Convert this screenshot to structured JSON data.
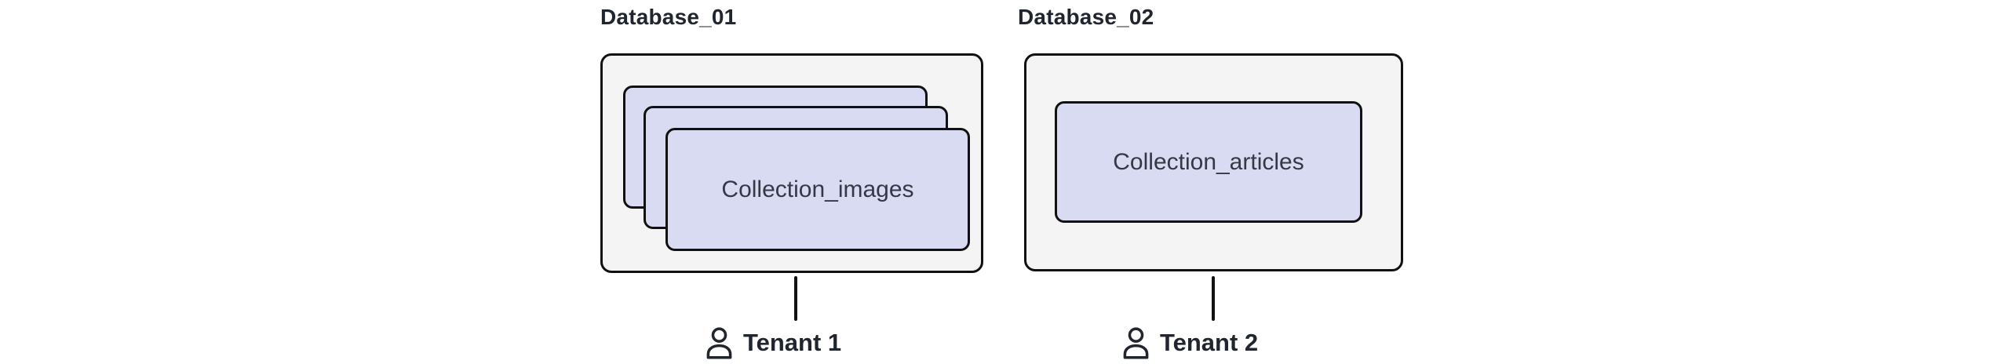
{
  "colors": {
    "background": "#ffffff",
    "box_fill": "#f4f4f4",
    "box_border": "#111111",
    "card_fill": "#d8dbf2",
    "card_border": "#111111",
    "card_text": "#333947",
    "title_text": "#21252e",
    "tenant_text": "#21252e",
    "connector": "#111111"
  },
  "diagram": {
    "type": "multi-tenancy database diagram",
    "databases": [
      {
        "title": "Database_01",
        "collection_label": "Collection_images",
        "collection_stack_count": 3,
        "tenant_label": "Tenant 1",
        "tenant_icon": "person-icon"
      },
      {
        "title": "Database_02",
        "collection_label": "Collection_articles",
        "collection_stack_count": 1,
        "tenant_label": "Tenant 2",
        "tenant_icon": "person-icon"
      }
    ]
  }
}
